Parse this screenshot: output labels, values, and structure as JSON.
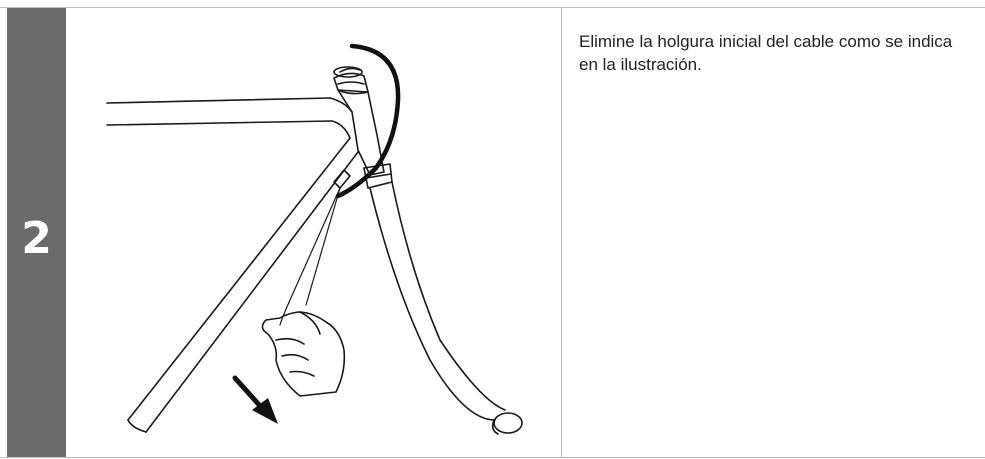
{
  "step": {
    "number": "2",
    "bar_color": "#6b6b6b"
  },
  "instruction": {
    "text": "Elimine la holgura inicial del cable como se indica en la ilustración."
  },
  "illustration": {
    "subject": "bicycle-frame-front-with-brake-cable",
    "line_color": "#1a1a1a",
    "cable_color": "#111111"
  }
}
